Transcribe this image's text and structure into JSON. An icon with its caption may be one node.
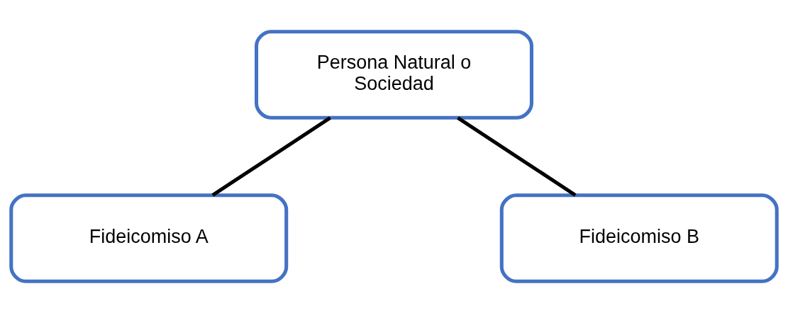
{
  "diagram": {
    "nodes": [
      {
        "text": [
          "Persona Natural o Sociedad"
        ]
      },
      {
        "text": [
          "Fideicomiso A"
        ]
      },
      {
        "text": [
          "Fideicomiso B"
        ]
      }
    ],
    "edges": [
      {
        "from": 0,
        "to": 1,
        "arrow": "none"
      },
      {
        "from": 0,
        "to": 2,
        "arrow": "none"
      }
    ]
  }
}
